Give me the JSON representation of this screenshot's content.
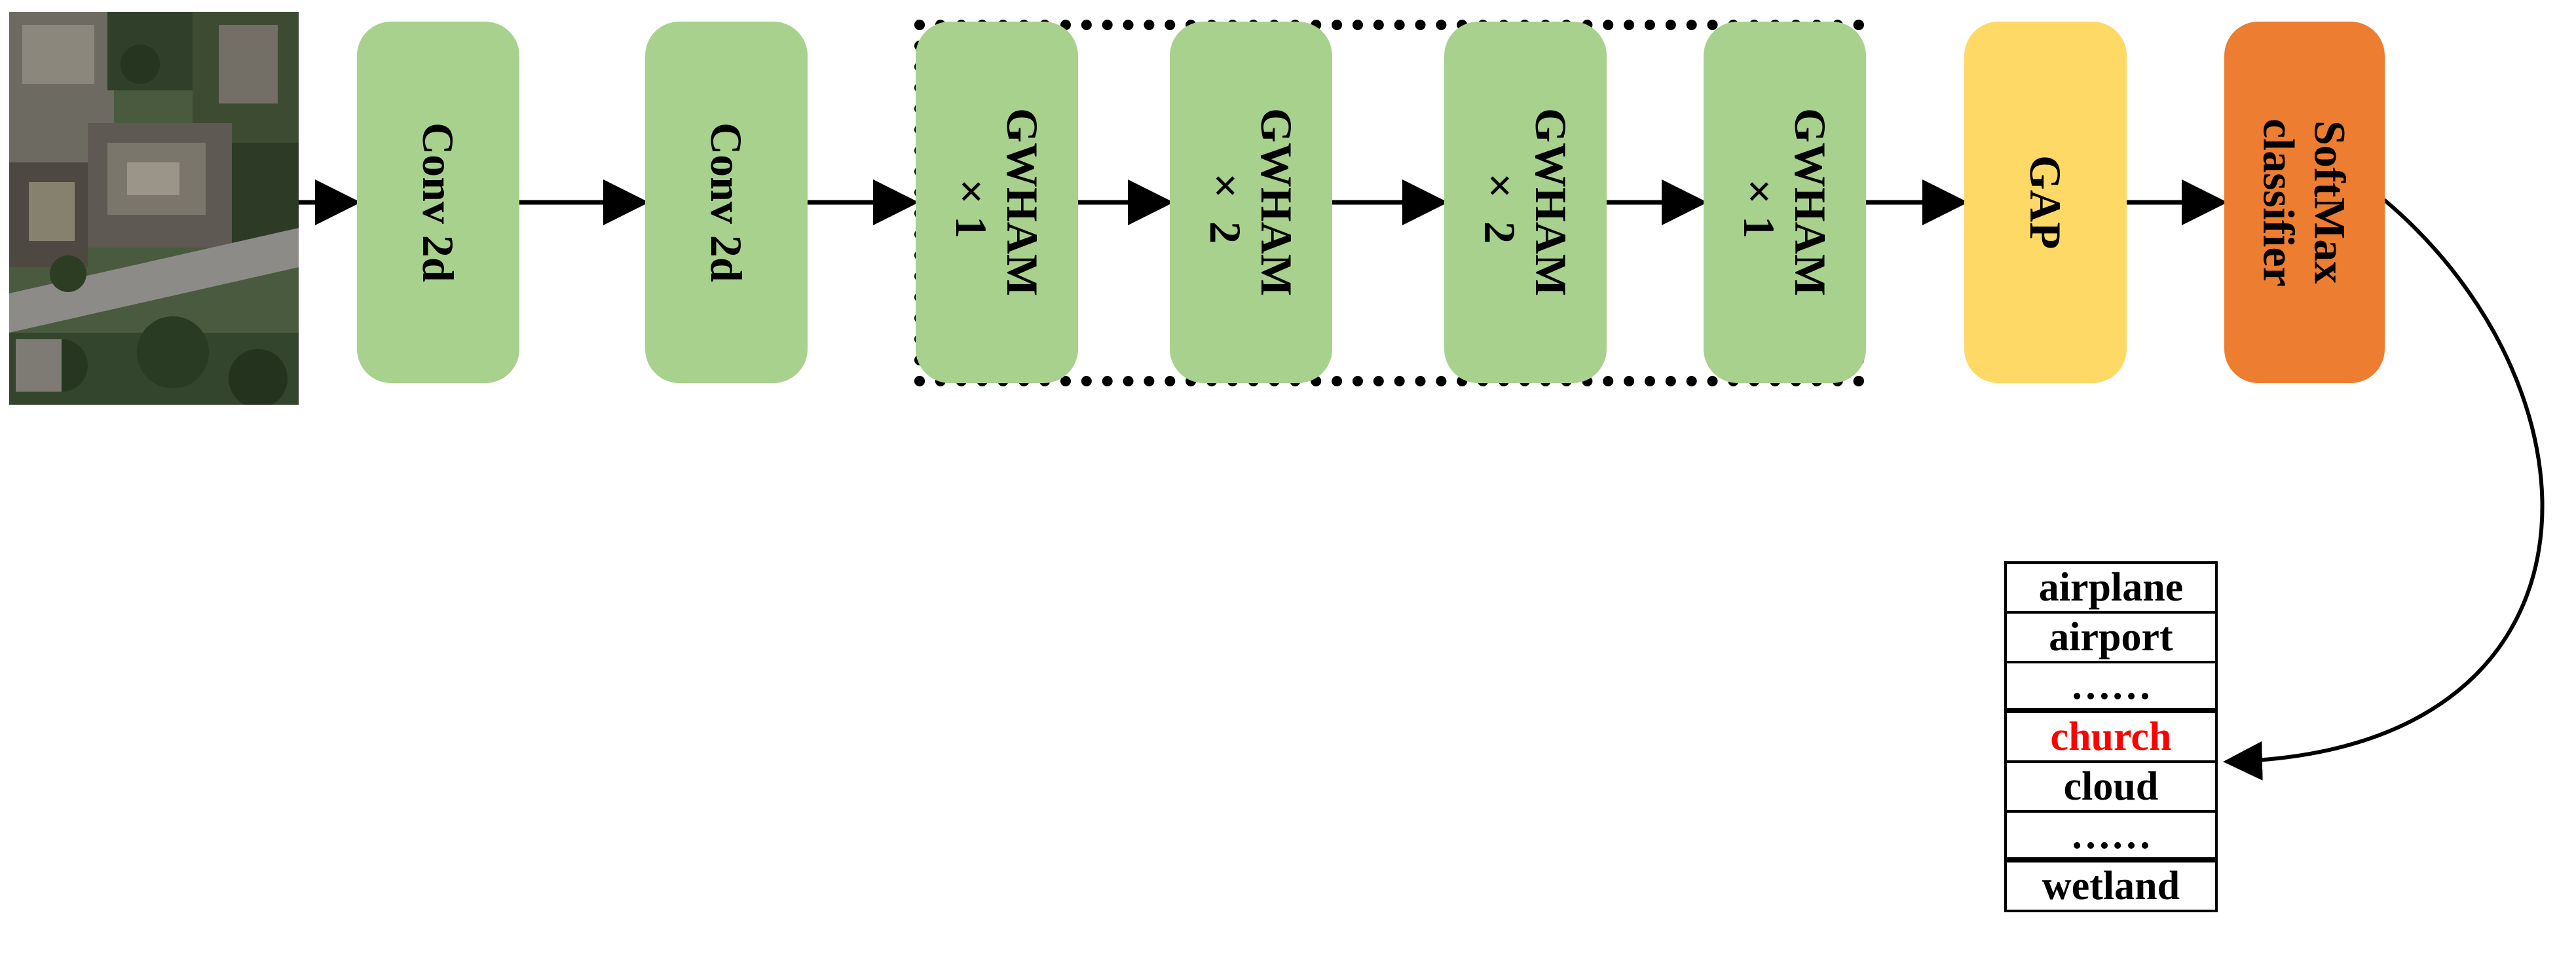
{
  "diagram": {
    "input_image": "aerial-photo-of-buildings",
    "blocks": [
      {
        "id": "conv1",
        "line1": "Conv 2d",
        "line2": "",
        "color": "#a8d18d"
      },
      {
        "id": "conv2",
        "line1": "Conv 2d",
        "line2": "",
        "color": "#a8d18d"
      },
      {
        "id": "gwham1",
        "line1": "GWHAM",
        "line2": "×1",
        "color": "#a8d18d"
      },
      {
        "id": "gwham2",
        "line1": "GWHAM",
        "line2": "× 2",
        "color": "#a8d18d"
      },
      {
        "id": "gwham3",
        "line1": "GWHAM",
        "line2": "× 2",
        "color": "#a8d18d"
      },
      {
        "id": "gwham4",
        "line1": "GWHAM",
        "line2": "×1",
        "color": "#a8d18d"
      },
      {
        "id": "gap",
        "line1": "GAP",
        "line2": "",
        "color": "#ffd966"
      },
      {
        "id": "softmax",
        "line1": "SoftMax",
        "line2": "classifier",
        "color": "#ed7d31"
      }
    ],
    "classes": [
      "airplane",
      "airport",
      "……",
      "church",
      "cloud",
      "……",
      "wetland"
    ],
    "highlight_class": "church",
    "highlight_color": "#ff0000"
  }
}
